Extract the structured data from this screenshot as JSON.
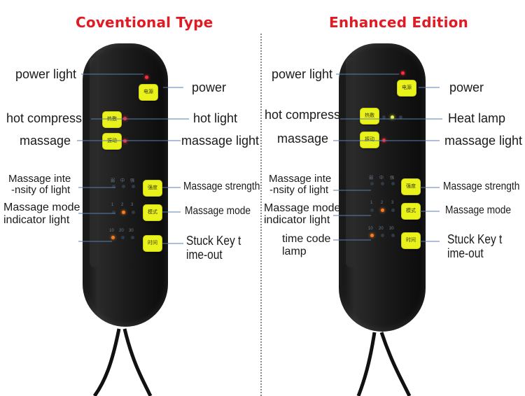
{
  "colors": {
    "title": "#e01b24",
    "button": "#e9f21a",
    "remote": "#151515"
  },
  "left": {
    "title": "Coventional Type",
    "labels": {
      "power_light": "power light",
      "power": "power",
      "hot_compress": "hot compress",
      "hot_light": "hot light",
      "massage": "massage",
      "massage_light": "massage light",
      "intensity_light_1": "Massage inte",
      "intensity_light_2": "-nsity of light",
      "massage_strength": "Massage strength",
      "mode_light_1": "Massage mode",
      "mode_light_2": "indicator light",
      "massage_mode": "Massage mode",
      "stuck_key_1": "Stuck Key t",
      "stuck_key_2": "ime-out"
    },
    "buttons": {
      "power": "电源",
      "heat": "热敷",
      "vibrate": "振动",
      "strength": "强度",
      "mode": "模式",
      "time": "时间"
    },
    "indicators": {
      "strength": [
        "弱",
        "中",
        "强"
      ],
      "mode": [
        "1",
        "2",
        "3"
      ],
      "time": [
        "10",
        "20",
        "30"
      ]
    }
  },
  "right": {
    "title": "Enhanced Edition",
    "labels": {
      "power_light": "power light",
      "power": "power",
      "hot_compress": "hot compress",
      "heat_lamp": "Heat lamp",
      "massage": "massage",
      "massage_light": "massage light",
      "intensity_light_1": "Massage inte",
      "intensity_light_2": "-nsity of light",
      "massage_strength": "Massage strength",
      "mode_light_1": "Massage mode",
      "mode_light_2": "indicator light",
      "massage_mode": "Massage mode",
      "time_code_1": "time code",
      "time_code_2": "lamp",
      "stuck_key_1": "Stuck Key t",
      "stuck_key_2": "ime-out"
    },
    "buttons": {
      "power": "电源",
      "heat": "热敷",
      "vibrate": "振动",
      "strength": "强度",
      "mode": "模式",
      "time": "时间"
    },
    "indicators": {
      "strength": [
        "弱",
        "中",
        "强"
      ],
      "mode": [
        "1",
        "2",
        "3"
      ],
      "time": [
        "10",
        "20",
        "30"
      ]
    }
  }
}
